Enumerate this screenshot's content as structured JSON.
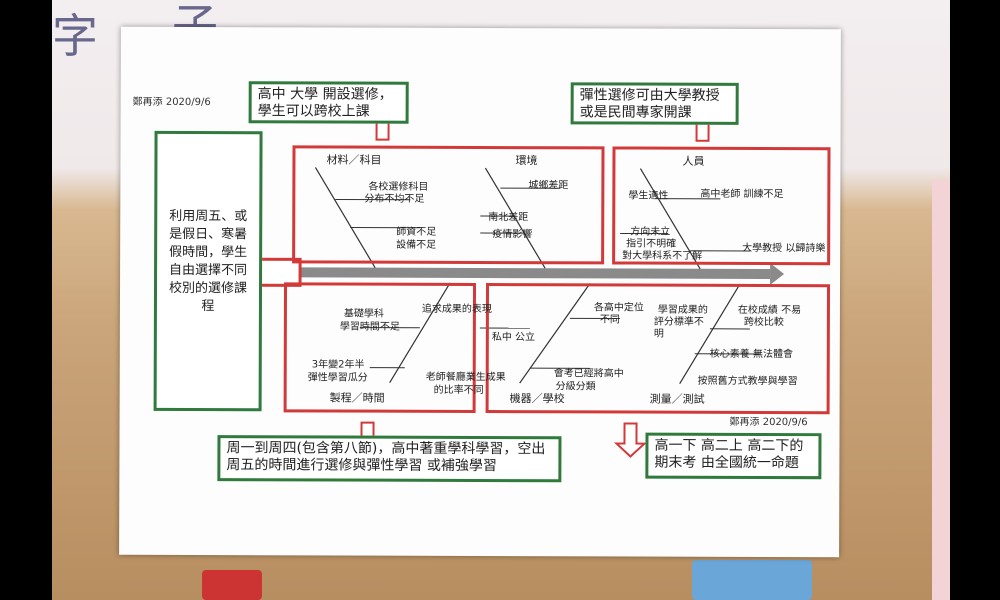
{
  "author_top": "鄭再添 2020/9/6",
  "author_bottom": "鄭再添 2020/9/6",
  "box_top_left": "高中 大學 開設選修，學生可以跨校上課",
  "box_top_right": "彈性選修可由大學教授或是民間專家開課",
  "box_left": "利用周五、或是假日、寒暑假時間，學生自由選擇不同校別的選修課程",
  "box_bottom_left": "周一到周四(包含第八節)，高中著重學科學習，空出周五的時間進行選修與彈性學習 或補強學習",
  "box_bottom_right": "高一下 高二上 高二下的期末考 由全國統一命題",
  "categories": {
    "material": "材料／科目",
    "environment": "環境",
    "people": "人員",
    "process": "製程／時間",
    "machine": "機器／學校",
    "measure": "測量／測試"
  },
  "causes": {
    "c1": "各校選修科目",
    "c2": "分布不均不足",
    "c3": "師資不足",
    "c4": "設備不足",
    "c5": "城鄉差距",
    "c6": "南北差距",
    "c7": "疫情影響",
    "c8": "學生適性",
    "c9": "高中老師 訓練不足",
    "c10": "方向未立",
    "c11": "指引不明確",
    "c12": "對大學科系不了解",
    "c13": "大學教授 以歸詩樂",
    "c14": "基礎學科",
    "c15": "學習時間不足",
    "c16": "追求成果的表現",
    "c17": "3年變2年半",
    "c18": "彈性學習瓜分",
    "c19": "老師餐廳業生成果",
    "c20": "的比率不同",
    "c21": "私中 公立",
    "c22": "各高中定位",
    "c23": "不同",
    "c24": "會考已經將高中",
    "c25": "分級分類",
    "c26": "學習成果的",
    "c27": "評分標準不",
    "c28": "明",
    "c29": "在校成績 不易",
    "c30": "跨校比較",
    "c31": "核心素養 無法體會",
    "c32": "按照舊方式教學與學習"
  }
}
